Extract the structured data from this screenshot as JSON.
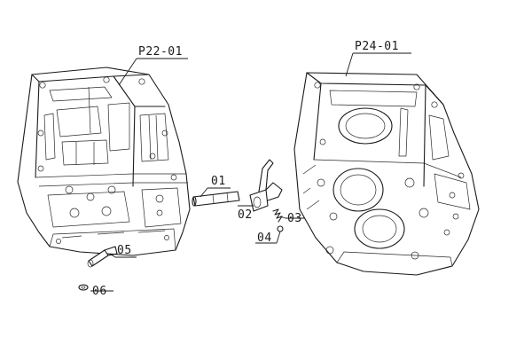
{
  "diagram": {
    "assemblies": [
      {
        "id": "left-housing",
        "label": "P22-01"
      },
      {
        "id": "right-housing",
        "label": "P24-01"
      }
    ],
    "parts": [
      {
        "id": "shaft",
        "label": "01"
      },
      {
        "id": "fork",
        "label": "02"
      },
      {
        "id": "spring",
        "label": "03"
      },
      {
        "id": "ball",
        "label": "04"
      },
      {
        "id": "pin",
        "label": "05"
      },
      {
        "id": "washer",
        "label": "06"
      }
    ]
  }
}
